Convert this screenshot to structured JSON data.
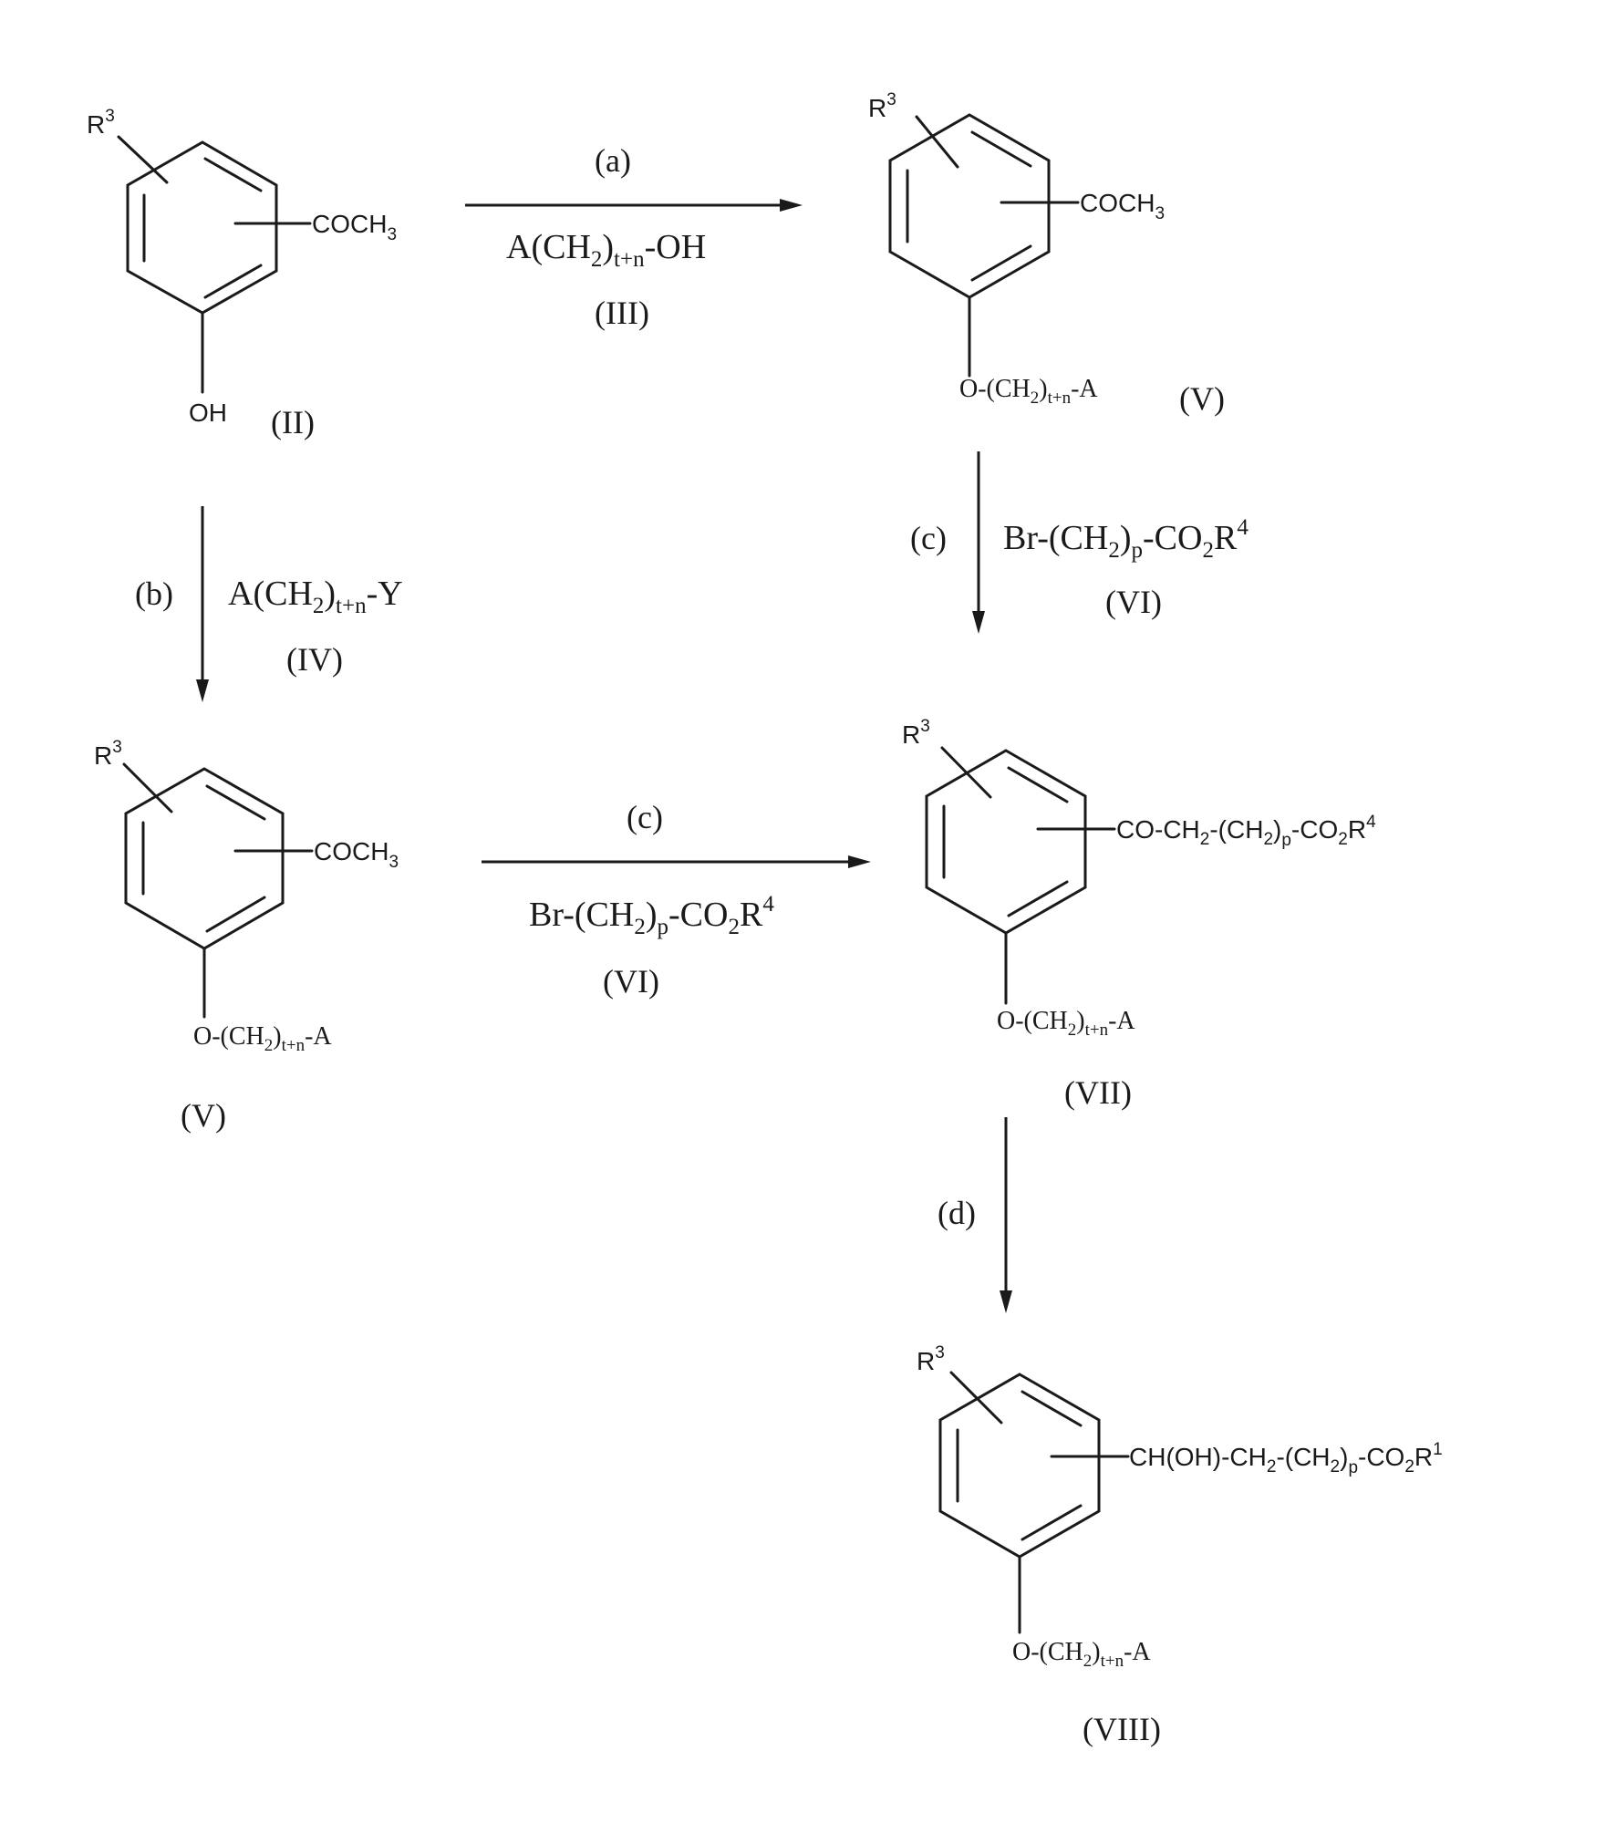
{
  "compounds": {
    "II": {
      "label": "(II)",
      "substituent_r": "R",
      "substituent_r_sup": "3",
      "acyl": "COCH",
      "acyl_sub": "3",
      "oxy": "OH"
    },
    "V_top": {
      "label": "(V)",
      "substituent_r": "R",
      "substituent_r_sup": "3",
      "acyl": "COCH",
      "acyl_sub": "3",
      "ether_o": "O-(CH",
      "ether_sub2": "2",
      "ether_mid": ")",
      "ether_sub_tn": "t+n",
      "ether_end": "-A"
    },
    "V_left": {
      "label": "(V)",
      "substituent_r": "R",
      "substituent_r_sup": "3",
      "acyl": "COCH",
      "acyl_sub": "3",
      "ether_o": "O-(CH",
      "ether_sub2": "2",
      "ether_mid": ")",
      "ether_sub_tn": "t+n",
      "ether_end": "-A"
    },
    "VII": {
      "label": "(VII)",
      "substituent_r": "R",
      "substituent_r_sup": "3",
      "chain_a": "CO-CH",
      "chain_sub2a": "2",
      "chain_b": "-(CH",
      "chain_sub2b": "2",
      "chain_c": ")",
      "chain_sub_p": "p",
      "chain_d": "-CO",
      "chain_sub2c": "2",
      "chain_e": "R",
      "chain_sup4": "4",
      "ether_o": "O-(CH",
      "ether_sub2": "2",
      "ether_mid": ")",
      "ether_sub_tn": "t+n",
      "ether_end": "-A"
    },
    "VIII": {
      "label": "(VIII)",
      "substituent_r": "R",
      "substituent_r_sup": "3",
      "chain_a": "CH(OH)-CH",
      "chain_sub2a": "2",
      "chain_b": "-(CH",
      "chain_sub2b": "2",
      "chain_c": ")",
      "chain_sub_p": "p",
      "chain_d": "-CO",
      "chain_sub2c": "2",
      "chain_e": "R",
      "chain_sup1": "1",
      "ether_o": "O-(CH",
      "ether_sub2": "2",
      "ether_mid": ")",
      "ether_sub_tn": "t+n",
      "ether_end": "-A"
    }
  },
  "reactions": {
    "a": {
      "step": "(a)",
      "reagent_a": "A(CH",
      "reagent_sub2": "2",
      "reagent_mid": ")",
      "reagent_sub_tn": "t+n",
      "reagent_end": "-OH",
      "reagent_label": "(III)"
    },
    "b": {
      "step": "(b)",
      "reagent_a": "A(CH",
      "reagent_sub2": "2",
      "reagent_mid": ")",
      "reagent_sub_tn": "t+n",
      "reagent_end": "-Y",
      "reagent_label": "(IV)"
    },
    "c_right": {
      "step": "(c)",
      "reagent_a": "Br-(CH",
      "reagent_sub2": "2",
      "reagent_mid": ")",
      "reagent_sub_p": "p",
      "reagent_b": "-CO",
      "reagent_sub2b": "2",
      "reagent_c": "R",
      "reagent_sup4": "4",
      "reagent_label": "(VI)"
    },
    "c_mid": {
      "step": "(c)",
      "reagent_a": "Br-(CH",
      "reagent_sub2": "2",
      "reagent_mid": ")",
      "reagent_sub_p": "p",
      "reagent_b": "-CO",
      "reagent_sub2b": "2",
      "reagent_c": "R",
      "reagent_sup4": "4",
      "reagent_label": "(VI)"
    },
    "d": {
      "step": "(d)"
    }
  }
}
